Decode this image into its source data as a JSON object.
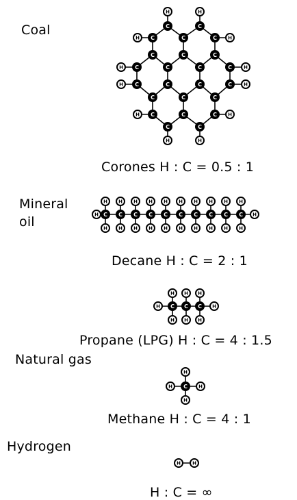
{
  "fuels": [
    {
      "category": "Coal",
      "caption": "Corones H : C = 0.5 : 1"
    },
    {
      "category": "Mineral oil",
      "caption": "Decane H : C = 2 : 1"
    },
    {
      "category": "",
      "caption": "Propane (LPG) H : C = 4 : 1.5"
    },
    {
      "category": "Natural gas",
      "caption": "Methane H : C = 4 : 1"
    },
    {
      "category": "Hydrogen",
      "caption": "H : C = ∞"
    }
  ],
  "atom_labels": {
    "carbon": "C",
    "hydrogen": "H"
  }
}
